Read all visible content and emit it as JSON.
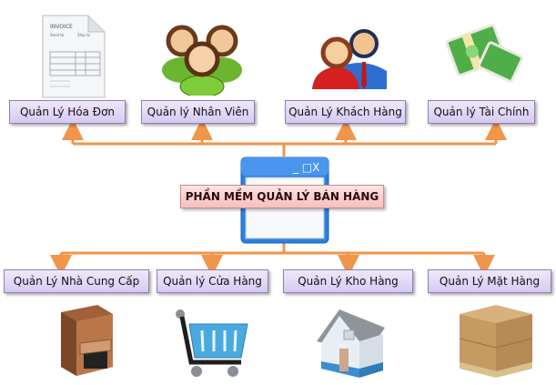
{
  "title": "PHẦN MỀM QUẢN LÝ BÁN HÀNG",
  "top_modules": [
    {
      "label": "Quản Lý Hóa Đơn",
      "icon": "invoice-icon"
    },
    {
      "label": "Quản lý Nhân Viên",
      "icon": "employees-icon"
    },
    {
      "label": "Quản Lý Khách Hàng",
      "icon": "customers-icon"
    },
    {
      "label": "Quản lý Tài Chính",
      "icon": "money-icon"
    }
  ],
  "bottom_modules": [
    {
      "label": "Quản Lý Nhà Cung Cấp",
      "icon": "supplier-icon"
    },
    {
      "label": "Quản lý Cửa Hàng",
      "icon": "shopping-cart-icon"
    },
    {
      "label": "Quản Lý Kho Hàng",
      "icon": "warehouse-icon"
    },
    {
      "label": "Quản Lý Mặt Hàng",
      "icon": "boxes-icon"
    }
  ],
  "invoice": {
    "heading": "INVOICE",
    "send_to": "Send to",
    "ship_to": "Ship to"
  },
  "window_controls": "_ □X",
  "colors": {
    "connector": "#f0954a",
    "module_fill": "#ddd0f5",
    "title_fill": "#f8c9c9",
    "window_blue": "#2f7fe0"
  }
}
